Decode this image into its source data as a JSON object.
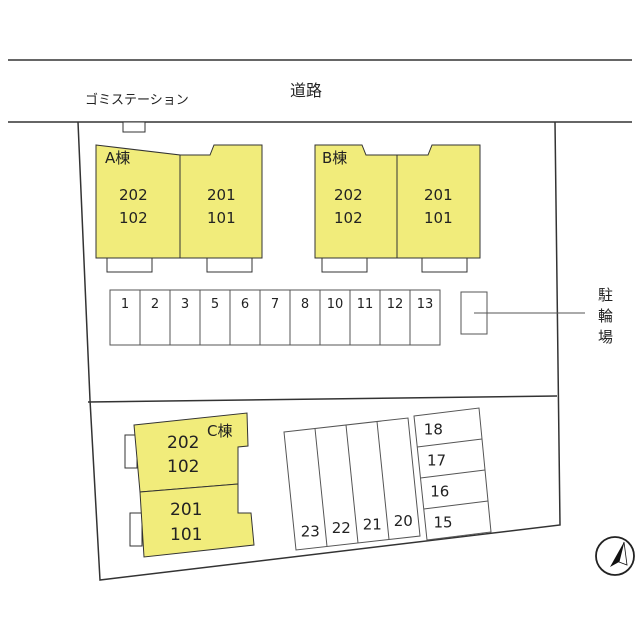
{
  "road": {
    "label": "道路"
  },
  "garbage_station": {
    "label": "ゴミステーション"
  },
  "bicycle_parking": {
    "label_chars": [
      "駐",
      "輪",
      "場"
    ]
  },
  "colors": {
    "building": "#f1ec7b",
    "line": "#333333",
    "lot_border": "#555555"
  },
  "buildings": {
    "a": {
      "name": "A棟",
      "units": [
        [
          "202",
          "102"
        ],
        [
          "201",
          "101"
        ]
      ]
    },
    "b": {
      "name": "B棟",
      "units": [
        [
          "202",
          "102"
        ],
        [
          "201",
          "101"
        ]
      ]
    },
    "c": {
      "name": "C棟",
      "units": [
        [
          "202",
          "102"
        ],
        [
          "201",
          "101"
        ]
      ]
    }
  },
  "parking_top": [
    "1",
    "2",
    "3",
    "5",
    "6",
    "7",
    "8",
    "10",
    "11",
    "12",
    "13"
  ],
  "parking_bottom_vertical": [
    "23",
    "22",
    "21",
    "20"
  ],
  "parking_bottom_horizontal": [
    "18",
    "17",
    "16",
    "15"
  ],
  "north_arrow": {
    "icon": "north-arrow-icon"
  }
}
